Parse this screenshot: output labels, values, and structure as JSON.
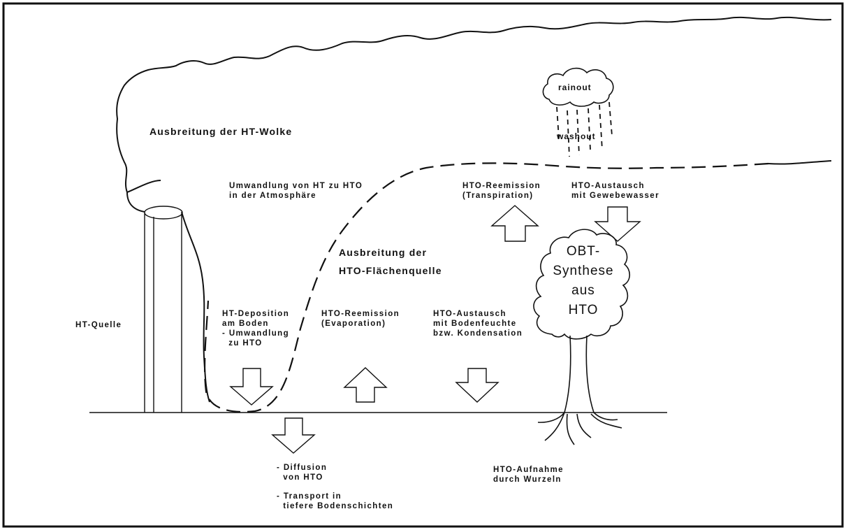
{
  "labels": {
    "cloud_title": "Ausbreitung der HT-Wolke",
    "conversion_atmosphere": "Umwandlung von HT zu HTO\nin der Atmosphäre",
    "reemission_transpiration": "HTO-Reemission\n(Transpiration)",
    "exchange_tissue": "HTO-Austausch\nmit Gewebewasser",
    "area_source": "Ausbreitung der\nHTO-Flächenquelle",
    "tree_synthesis": "OBT-\nSynthese\naus\nHTO",
    "ht_source": "HT-Quelle",
    "deposition": "HT-Deposition\nam Boden\n- Umwandlung\n  zu HTO",
    "reemission_evaporation": "HTO-Reemission\n(Evaporation)",
    "exchange_soil": "HTO-Austausch\nmit Bodenfeuchte\nbzw. Kondensation",
    "diffusion": "- Diffusion\n  von HTO",
    "transport": "- Transport in\n  tiefere Bodenschichten",
    "root_uptake": "HTO-Aufnahme\ndurch Wurzeln",
    "rainout": "rainout",
    "washout": "washout"
  }
}
